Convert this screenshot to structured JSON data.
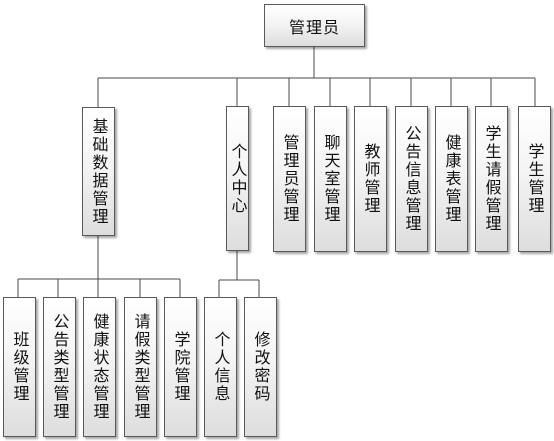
{
  "diagram": {
    "root": "管理员",
    "level1": [
      "基础数据管理",
      "个人中心",
      "管理员管理",
      "聊天室管理",
      "教师管理",
      "公告信息管理",
      "健康表管理",
      "学生请假管理",
      "学生管理"
    ],
    "basic_data_children": [
      "班级管理",
      "公告类型管理",
      "健康状态管理",
      "请假类型管理",
      "学院管理"
    ],
    "personal_center_children": [
      "个人信息",
      "修改密码"
    ]
  }
}
